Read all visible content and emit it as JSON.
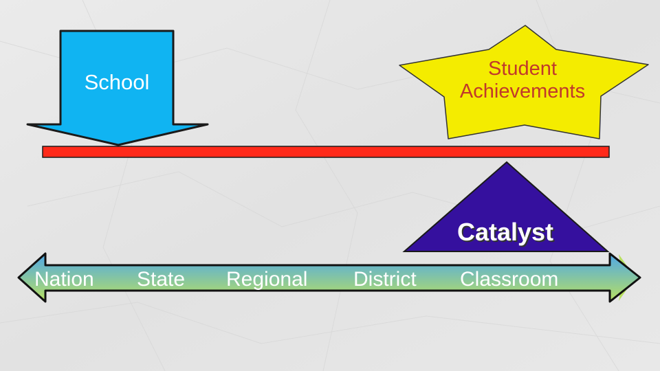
{
  "colors": {
    "school_arrow": "#10b4f2",
    "timeline_bar": "#ff2a1a",
    "star": "#f4ec00",
    "catalyst": "#35109e",
    "scale_gradient": [
      "#4fa8e8",
      "#b8e060"
    ]
  },
  "school": {
    "label": "School"
  },
  "star": {
    "label_line1": "Student",
    "label_line2": "Achievements"
  },
  "catalyst": {
    "label": "Catalyst"
  },
  "scale": {
    "levels": [
      "Nation",
      "State",
      "Regional",
      "District",
      "Classroom"
    ]
  }
}
